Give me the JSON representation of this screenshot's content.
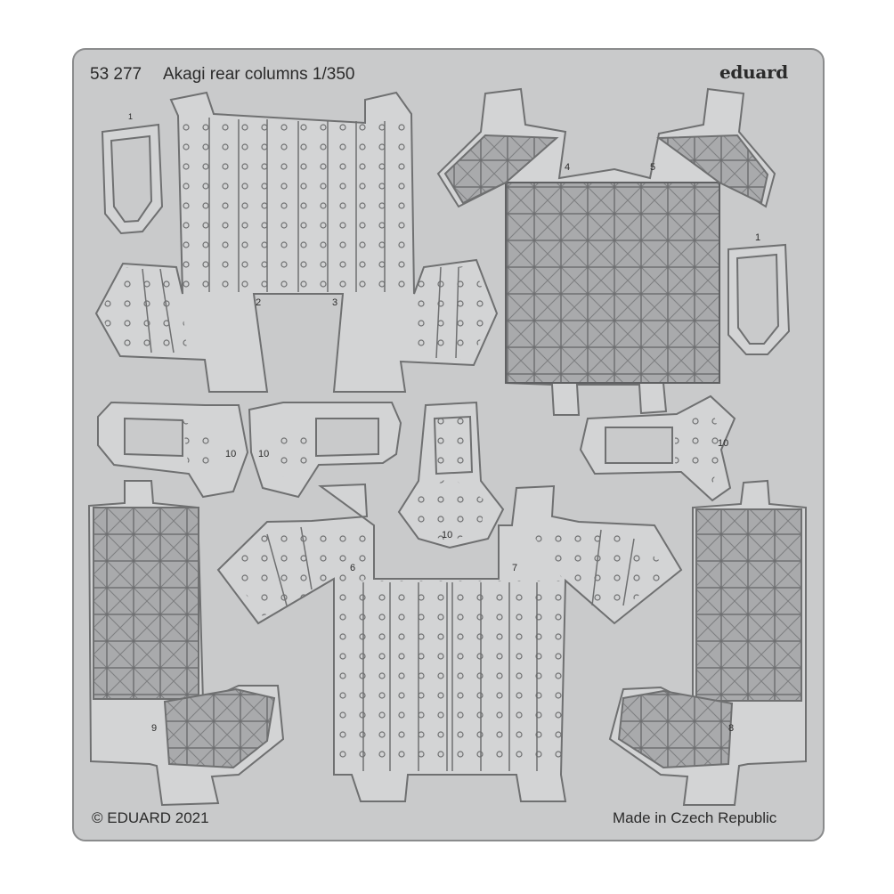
{
  "header": {
    "code": "53 277",
    "title": "Akagi rear columns 1/350",
    "brand": "eduard"
  },
  "footer": {
    "copyright": "© EDUARD 2021",
    "origin": "Made in Czech Republic"
  },
  "part_numbers": {
    "p1a": "1",
    "p1b": "1",
    "p2": "2",
    "p3": "3",
    "p4": "4",
    "p5": "5",
    "p6": "6",
    "p7": "7",
    "p8": "8",
    "p9": "9",
    "p10a": "10",
    "p10b": "10",
    "p10c": "10",
    "p10d": "10"
  },
  "colors": {
    "fret": "#c9cacb",
    "outline": "#6f7071",
    "etch_dark": "#a3a4a6",
    "background": "#ffffff"
  }
}
